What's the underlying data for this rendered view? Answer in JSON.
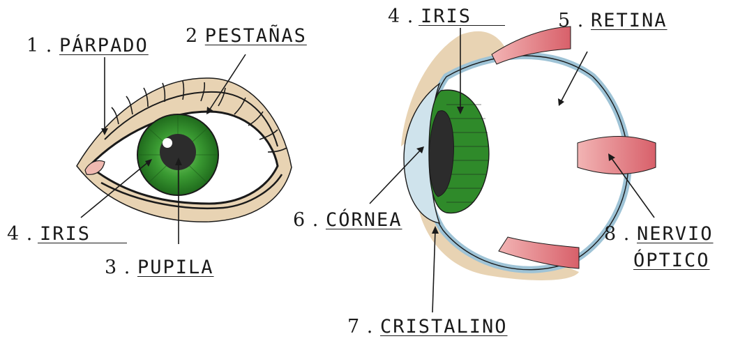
{
  "labels": {
    "parpado": {
      "num": "1",
      "word": "PÁRPADO"
    },
    "pestanas": {
      "num": "2",
      "word": "PESTAÑAS"
    },
    "pupila": {
      "num": "3",
      "word": "PUPILA"
    },
    "iris_left": {
      "num": "4",
      "word": "IRIS"
    },
    "iris_right": {
      "num": "4",
      "word": "IRIS"
    },
    "retina": {
      "num": "5",
      "word": "RETINA"
    },
    "cornea": {
      "num": "6",
      "word": "CÓRNEA"
    },
    "cristalino": {
      "num": "7",
      "word": "CRISTALINO"
    },
    "nervio": {
      "num": "8",
      "word": "NERVIO",
      "word2": "ÓPTICO"
    }
  },
  "dot": ".",
  "colors": {
    "skin": "#e8d3b3",
    "iris_green": "#2f8a2a",
    "pupil": "#2c2c2c",
    "sclera_edge": "#9ec3d6",
    "muscle_pink": "#e88a8f",
    "outline": "#1a1a1a"
  }
}
